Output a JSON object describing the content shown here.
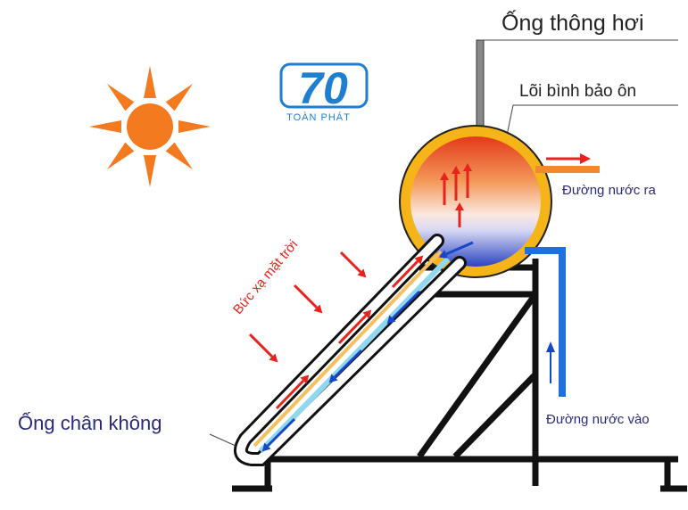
{
  "labels": {
    "vent_pipe": "Ống thông hơi",
    "tank_core": "Lõi bình bảo ôn",
    "water_out": "Đường nước ra",
    "water_in": "Đường nước vào",
    "solar_radiation": "Bức xạ mặt trời",
    "vacuum_tube": "Ống chân không"
  },
  "logo": {
    "text": "TOÀN PHÁT",
    "mark": "70",
    "color": "#1e7fd0"
  },
  "colors": {
    "hot": "#e8221c",
    "cold": "#1846c8",
    "ring": "#f5b418",
    "sun": "#f47a1f",
    "frame": "#111111"
  }
}
